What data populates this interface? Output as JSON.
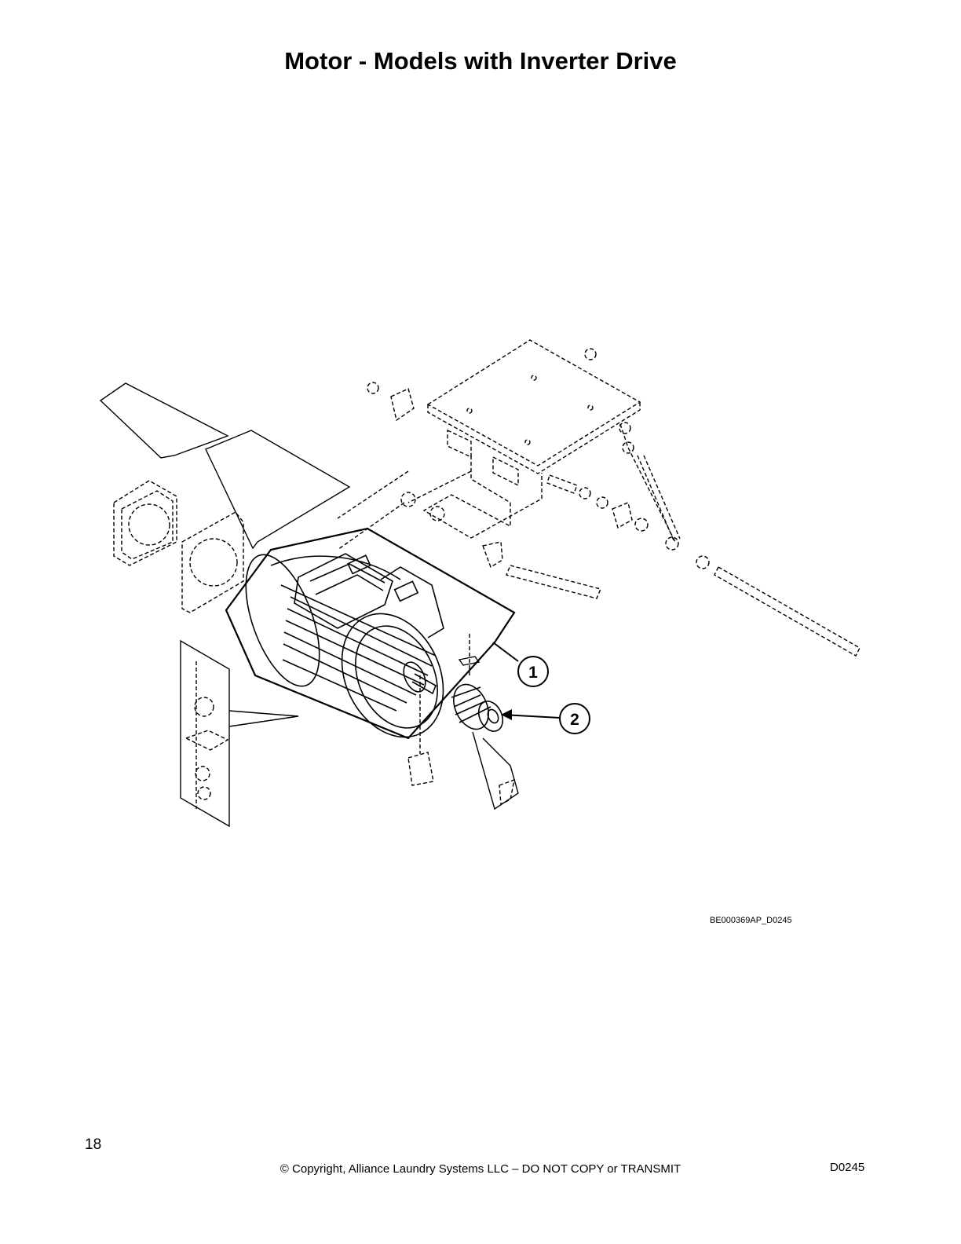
{
  "page": {
    "title": "Motor - Models with Inverter Drive",
    "figure_id": "BE000369AP_D0245",
    "page_number": "18",
    "copyright": "© Copyright, Alliance Laundry Systems LLC – DO NOT COPY or TRANSMIT",
    "document_code": "D0245"
  },
  "callouts": [
    {
      "label": "1",
      "part": "motor"
    },
    {
      "label": "2",
      "part": "pulley"
    }
  ]
}
